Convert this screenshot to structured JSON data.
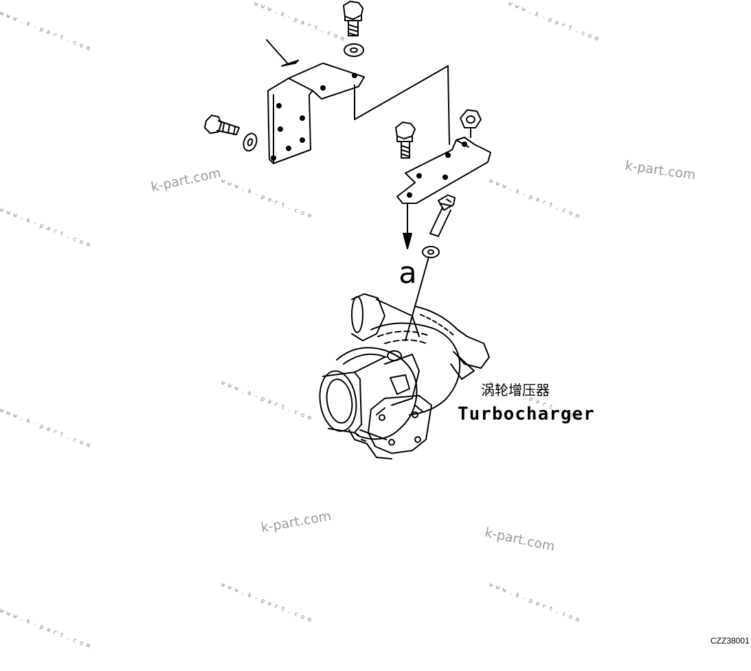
{
  "labels": {
    "ref_letter": "a",
    "part_name_cn": "涡轮增压器",
    "part_name_en": "Turbocharger",
    "drawing_code": "CZZ38001"
  },
  "watermarks": {
    "big": "k-part.com",
    "small": "www.k-part.com"
  },
  "colors": {
    "line": "#000000",
    "watermark": "#9a9a9a",
    "background": "#ffffff"
  }
}
